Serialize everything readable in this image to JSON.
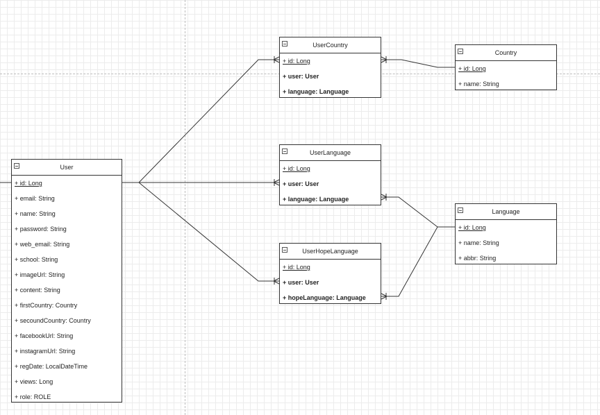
{
  "entities": {
    "user": {
      "title": "User",
      "fields": [
        "+ id: Long",
        "+ email: String",
        "+ name: String",
        "+ password: String",
        "+ web_email: String",
        "+ school: String",
        "+ imageUrl: String",
        "+ content: String",
        "+ firstCountry: Country",
        "+ secoundCountry: Country",
        "+ facebookUrl: String",
        "+ instagramUrl: String",
        "+ regDate: LocalDateTime",
        "+ views: Long",
        "+ role: ROLE"
      ]
    },
    "user_country": {
      "title": "UserCountry",
      "fields": [
        "+ id: Long",
        "+ user: User",
        "+ language: Language"
      ]
    },
    "country": {
      "title": "Country",
      "fields": [
        "+ id: Long",
        "+ name: String"
      ]
    },
    "user_language": {
      "title": "UserLanguage",
      "fields": [
        "+ id: Long",
        "+ user: User",
        "+ language: Language"
      ]
    },
    "user_hope_language": {
      "title": "UserHopeLanguage",
      "fields": [
        "+ id: Long",
        "+ user: User",
        "+ hopeLanguage: Language"
      ]
    },
    "language": {
      "title": "Language",
      "fields": [
        "+ id: Long",
        "+ name: String",
        "+ abbr: String"
      ]
    }
  }
}
